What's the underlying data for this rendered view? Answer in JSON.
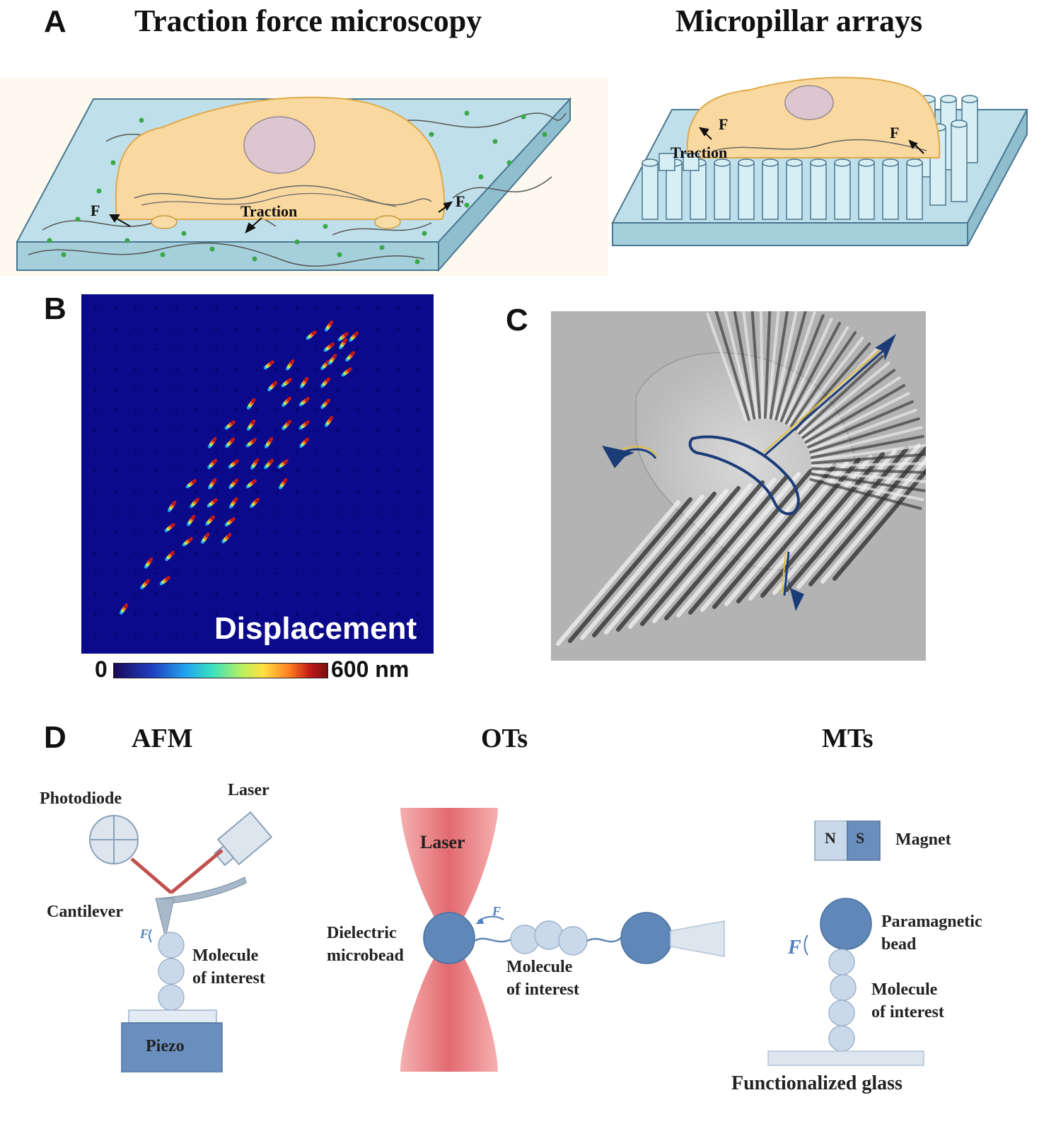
{
  "panels": {
    "A": {
      "letter": "A",
      "tfm": {
        "title": "Traction force microscopy",
        "traction": "Traction",
        "force": "F"
      },
      "micropillar": {
        "title": "Micropillar arrays",
        "traction": "Traction",
        "force": "F"
      }
    },
    "B": {
      "letter": "B",
      "label": "Displacement",
      "colorbar": {
        "min": "0",
        "max": "600 nm"
      }
    },
    "C": {
      "letter": "C"
    },
    "D": {
      "letter": "D",
      "afm": {
        "title": "AFM",
        "photodiode": "Photodiode",
        "laser": "Laser",
        "cantilever": "Cantilever",
        "force": "F",
        "molecule": "Molecule",
        "molecule2": "of interest",
        "piezo": "Piezo"
      },
      "ots": {
        "title": "OTs",
        "laser": "Laser",
        "bead": "Dielectric",
        "bead2": "microbead",
        "force": "F",
        "molecule": "Molecule",
        "molecule2": "of interest"
      },
      "mts": {
        "title": "MTs",
        "n": "N",
        "s": "S",
        "magnet": "Magnet",
        "force": "F",
        "bead": "Paramagnetic",
        "bead2": "bead",
        "molecule": "Molecule",
        "molecule2": "of interest",
        "glass": "Functionalized glass"
      }
    }
  },
  "colors": {
    "substrate": "#bfe0ea",
    "cell": "#f9d9a0",
    "nucleus": "#dcc6cf",
    "map_bg": "#0a0a8a",
    "laser": "#e8737a",
    "bead": "#5f87b8",
    "bead_light": "#c9d9ea"
  }
}
